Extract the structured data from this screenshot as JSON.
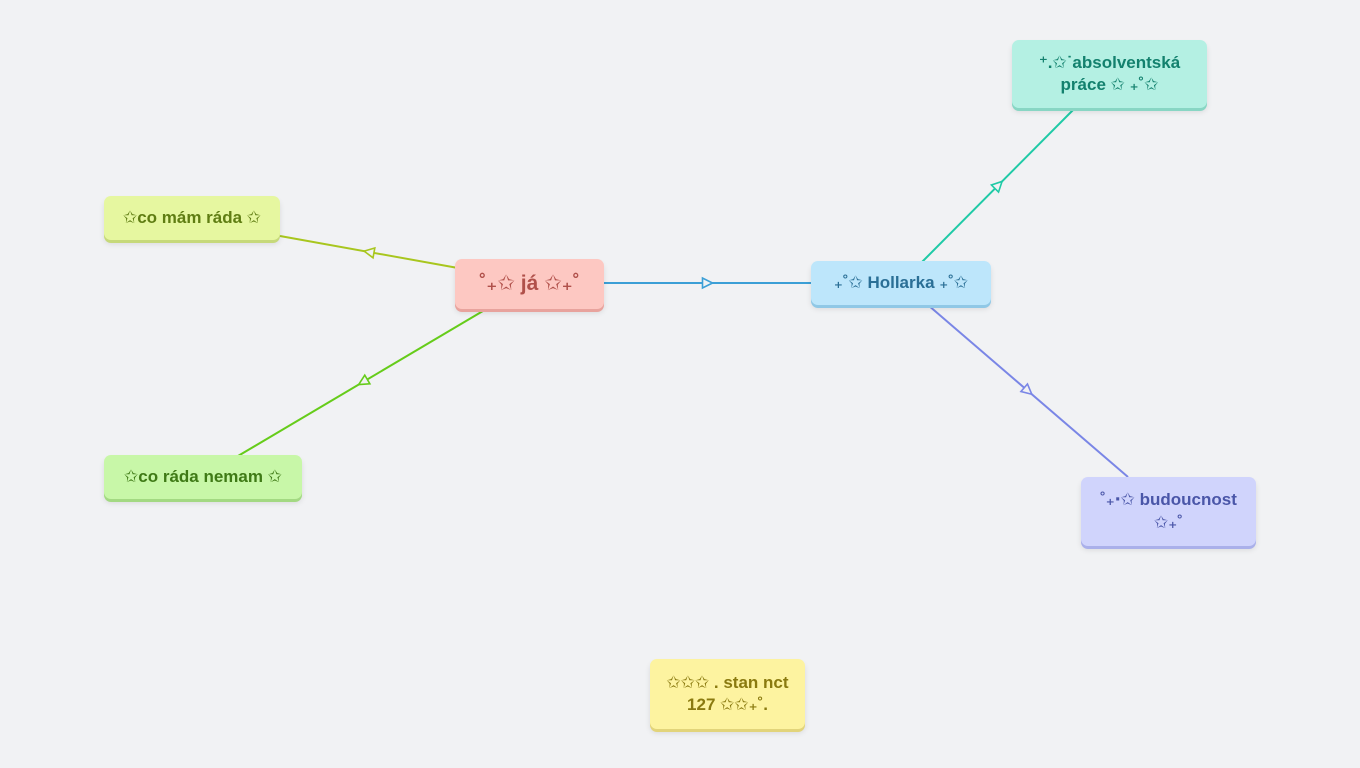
{
  "nodes": {
    "root": {
      "label": "˚₊✩ já ✩₊˚",
      "bg": "#fdc8c2",
      "fg": "#b0504a",
      "shadow": "#e8a39d"
    },
    "likes": {
      "label": "✩co mám ráda ✩",
      "bg": "#e6f7a0",
      "fg": "#5f7d12",
      "shadow": "#c6d97a"
    },
    "dislikes": {
      "label": "✩co ráda nemam ✩",
      "bg": "#c8f7a8",
      "fg": "#3f7a16",
      "shadow": "#a3d982"
    },
    "hollarka": {
      "label": "₊˚✩ Hollarka ₊˚✩",
      "bg": "#bde6fb",
      "fg": "#2a6f96",
      "shadow": "#90c8e6"
    },
    "thesis": {
      "label": "⁺.✩˙absolventská práce ✩ ₊˚✩",
      "bg": "#b4f0e3",
      "fg": "#13816e",
      "shadow": "#88d6c4"
    },
    "future": {
      "label": "˚₊‧✩ budoucnost ✩₊˚",
      "bg": "#d0d4fc",
      "fg": "#4a56a8",
      "shadow": "#aab0ea"
    },
    "nct": {
      "label": "✩✩✩ . stan nct 127 ✩✩₊˚.",
      "bg": "#fdf3a0",
      "fg": "#8a7a10",
      "shadow": "#e2d47a"
    }
  },
  "edges": [
    {
      "from": "root",
      "to": "hollarka",
      "color": "#3c9fd6"
    },
    {
      "from": "root",
      "to": "likes",
      "color": "#a8c61e"
    },
    {
      "from": "root",
      "to": "dislikes",
      "color": "#66cc1a"
    },
    {
      "from": "hollarka",
      "to": "thesis",
      "color": "#1fcaa6"
    },
    {
      "from": "hollarka",
      "to": "future",
      "color": "#7a86e6"
    }
  ]
}
